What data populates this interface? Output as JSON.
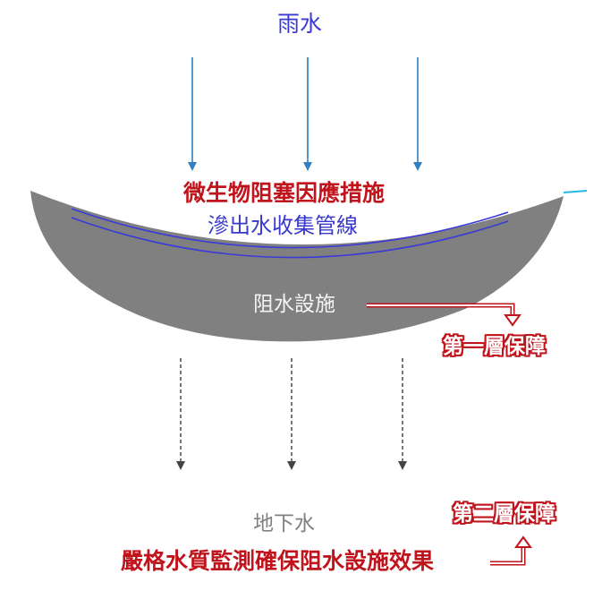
{
  "diagram": {
    "labels": {
      "rainwater": "雨水",
      "microbial_clogging_measures": "微生物阻塞因應措施",
      "leachate_collection_pipes": "滲出水收集管線",
      "water_barrier_facility": "阻水設施",
      "first_layer_protection": "第一層保障",
      "groundwater": "地下水",
      "second_layer_protection": "第二層保障",
      "strict_water_quality_monitoring": "嚴格水質監測確保阻水設施效果"
    },
    "elements": {
      "rain_arrows": {
        "count": 3,
        "style": "solid",
        "color": "#2f7fc1"
      },
      "groundwater_arrows": {
        "count": 3,
        "style": "dashed",
        "color": "#555555"
      },
      "barrier_bowl": {
        "color": "#808080"
      },
      "collection_pipes": {
        "count": 2,
        "color": "#3a3ad8"
      },
      "callout_arrows": {
        "color": "#c0141c"
      }
    },
    "colors": {
      "rain_text": "#3a3ad8",
      "emphasis_red": "#c0141c",
      "pipe_text": "#3838cc",
      "barrier_fill": "#808080",
      "groundwater_text": "#808080"
    }
  }
}
